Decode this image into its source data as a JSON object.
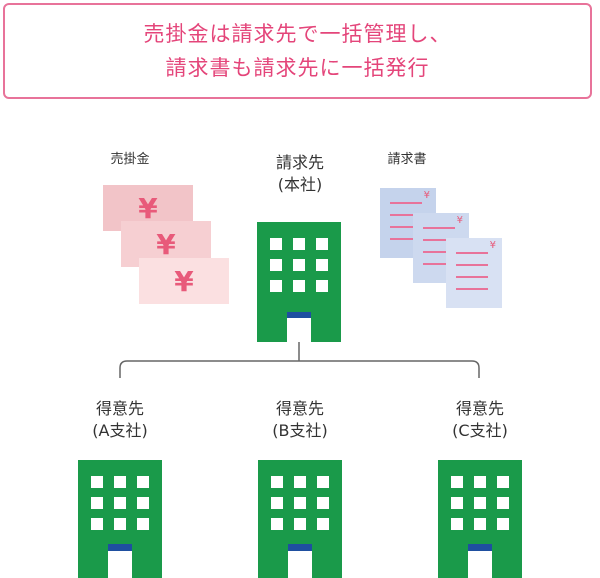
{
  "headline": {
    "line1": "売掛金は請求先で一括管理し、",
    "line2": "請求書も請求先に一括発行"
  },
  "receivables": {
    "label": "売掛金",
    "symbol": "¥"
  },
  "invoices": {
    "label": "請求書",
    "symbol": "¥"
  },
  "billing_hq": {
    "line1": "請求先",
    "line2": "(本社)"
  },
  "customers": [
    {
      "line1": "得意先",
      "line2": "(A支社)"
    },
    {
      "line1": "得意先",
      "line2": "(B支社)"
    },
    {
      "line1": "得意先",
      "line2": "(C支社)"
    }
  ],
  "colors": {
    "accent_pink": "#e4457a",
    "building_green": "#1a9a4a",
    "door_blue": "#1f4fa0",
    "ticket_pink": "#f2c4c8",
    "doc_blue": "#c5d3ec"
  }
}
